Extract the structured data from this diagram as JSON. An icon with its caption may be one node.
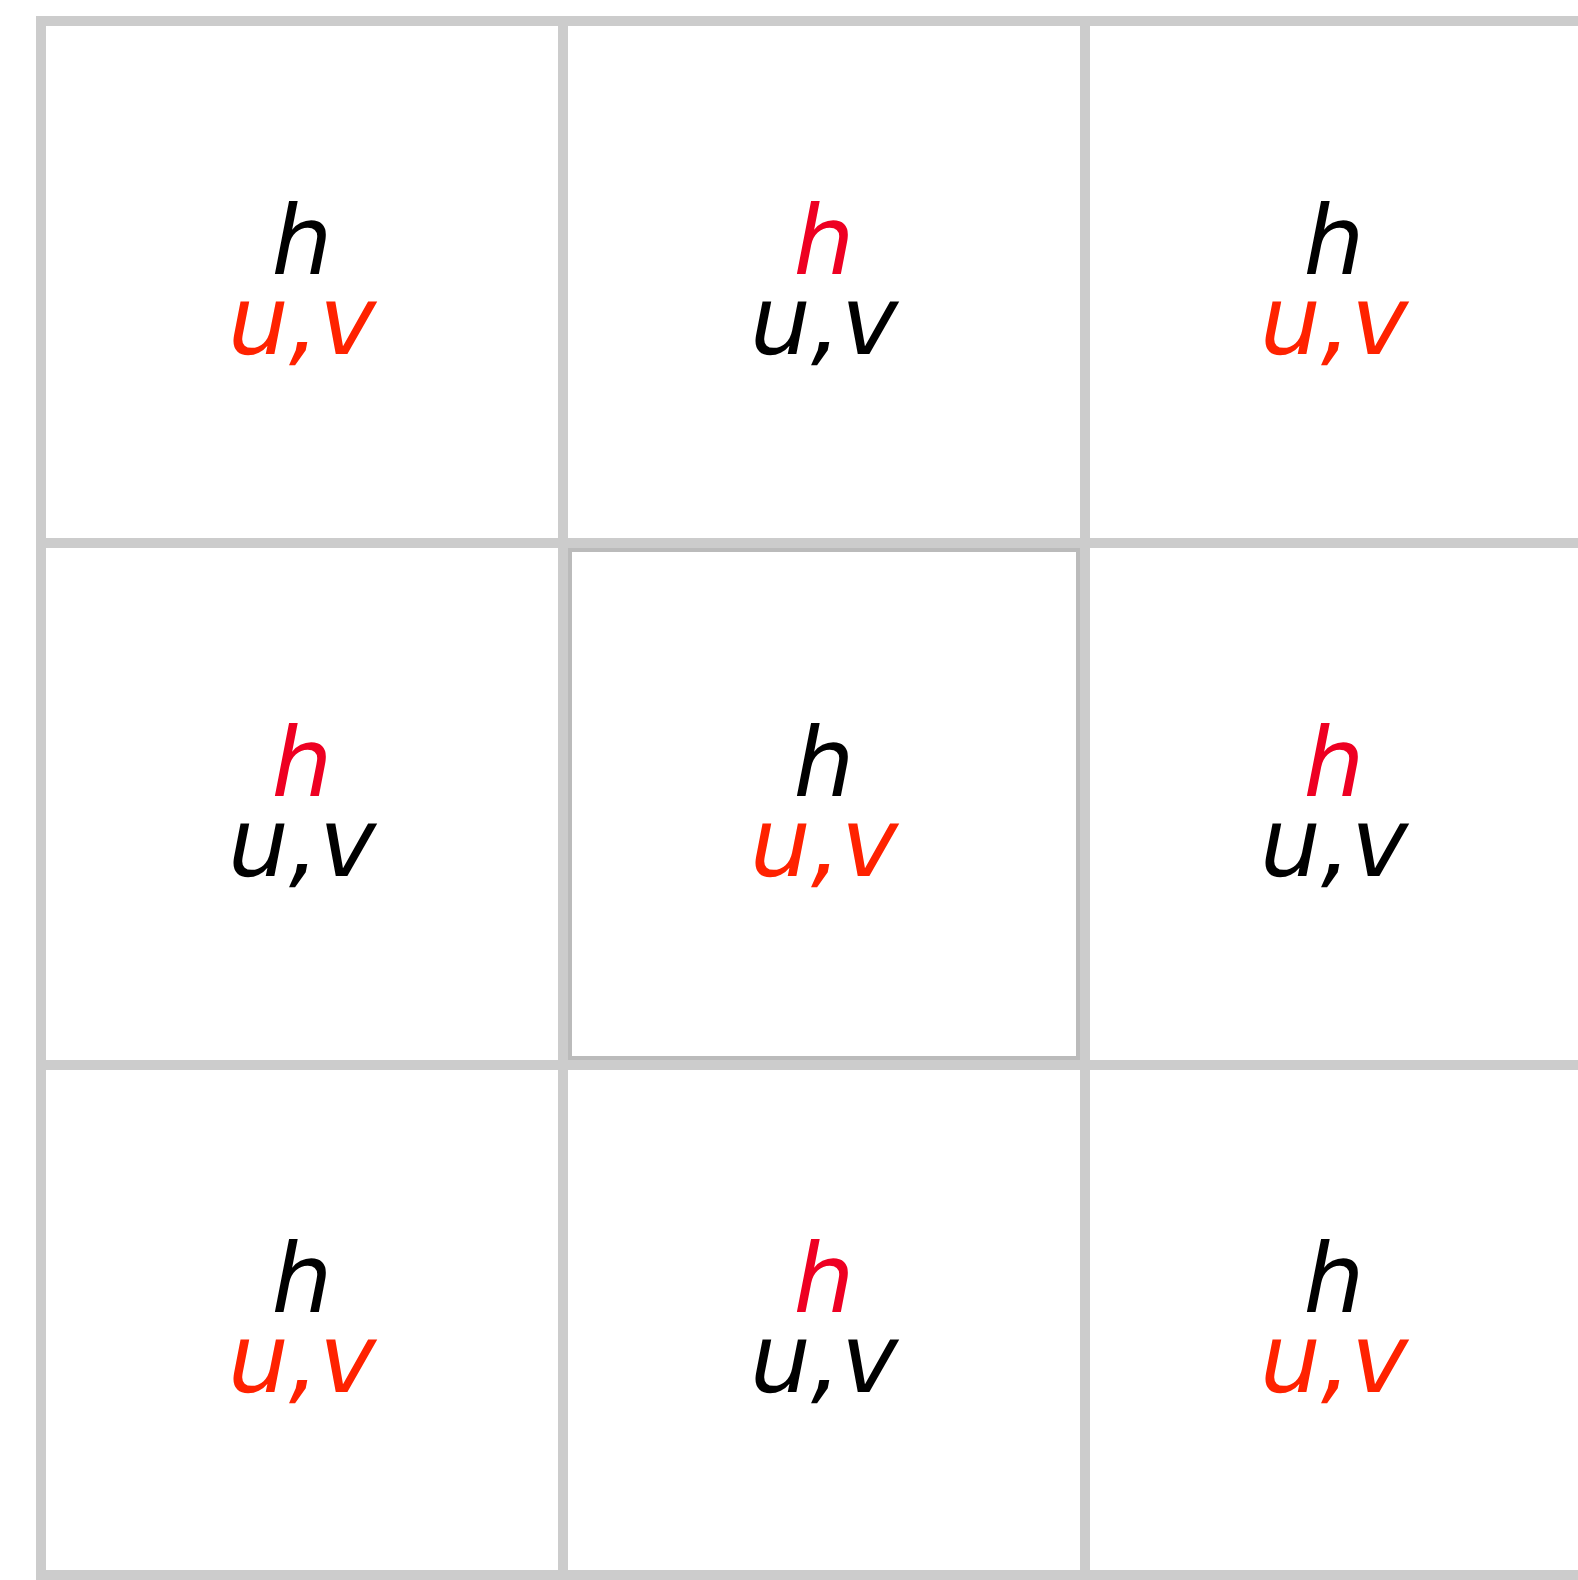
{
  "diagram": {
    "nodes": [
      {
        "text": [
          "h",
          "u,v"
        ]
      },
      {
        "text": [
          "h",
          "u,v"
        ]
      },
      {
        "text": [
          "h",
          "u,v"
        ]
      },
      {
        "text": [
          "h",
          "u,v"
        ]
      },
      {
        "text": [
          "h",
          "u,v"
        ]
      },
      {
        "text": [
          "h",
          "u,v"
        ]
      },
      {
        "text": [
          "h",
          "u,v"
        ]
      },
      {
        "text": [
          "h",
          "u,v"
        ]
      },
      {
        "text": [
          "h",
          "u,v"
        ]
      }
    ]
  }
}
